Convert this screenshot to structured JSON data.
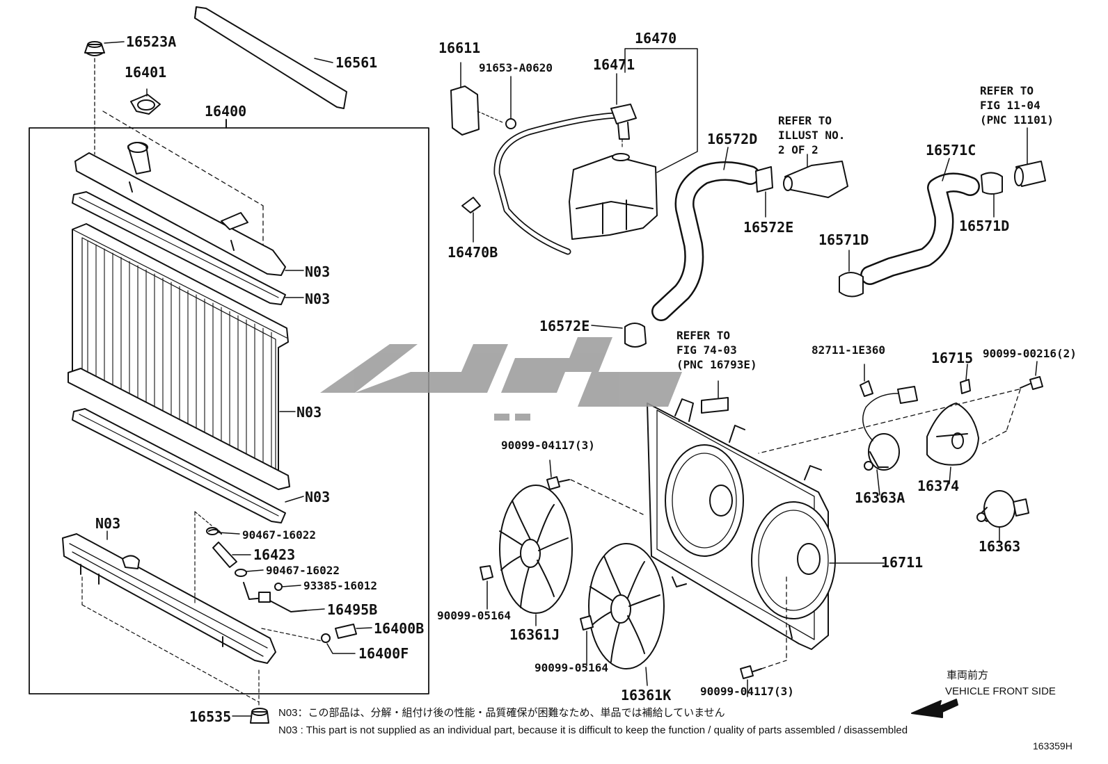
{
  "watermark": {
    "color": "#9a9a9a"
  },
  "labels": {
    "p16523a": "16523A",
    "p16401": "16401",
    "p16561": "16561",
    "p16400": "16400",
    "p16611": "16611",
    "p91653": "91653-A0620",
    "p16470": "16470",
    "p16471": "16471",
    "p16470b": "16470B",
    "p16572d": "16572D",
    "p16572e_top": "16572E",
    "p16572e_bot": "16572E",
    "p16571c": "16571C",
    "p16571d_left": "16571D",
    "p16571d_right": "16571D",
    "n03_1": "N03",
    "n03_2": "N03",
    "n03_3": "N03",
    "n03_4": "N03",
    "n03_5": "N03",
    "p90467_a": "90467-16022",
    "p16423": "16423",
    "p90467_b": "90467-16022",
    "p93385": "93385-16012",
    "p16495b": "16495B",
    "p16400b": "16400B",
    "p16400f": "16400F",
    "p16535": "16535",
    "p90099_04117_top": "90099-04117(3)",
    "p90099_05164_left": "90099-05164",
    "p16361j": "16361J",
    "p90099_05164_mid": "90099-05164",
    "p16361k": "16361K",
    "p90099_04117_bot": "90099-04117(3)",
    "p16711": "16711",
    "p82711": "82711-1E360",
    "p16715": "16715",
    "p90099_00216": "90099-00216(2)",
    "p16363a": "16363A",
    "p16374": "16374",
    "p16363": "16363"
  },
  "references": {
    "ref_illust": "REFER TO\nILLUST NO.\n2 OF 2",
    "ref_fig11": "REFER TO\nFIG 11-04\n(PNC 11101)",
    "ref_fig74": "REFER TO\nFIG 74-03\n(PNC 16793E)"
  },
  "direction": {
    "jp": "車両前方",
    "en": "VEHICLE FRONT SIDE"
  },
  "notes": {
    "jp": "N03：この部品は、分解・組付け後の性能・品質確保が困難なため、単品では補給していません",
    "en": "N03 : This part is not supplied as an individual part, because it is difficult to keep the function / quality of parts assembled / disassembled"
  },
  "figure_id": "163359H"
}
